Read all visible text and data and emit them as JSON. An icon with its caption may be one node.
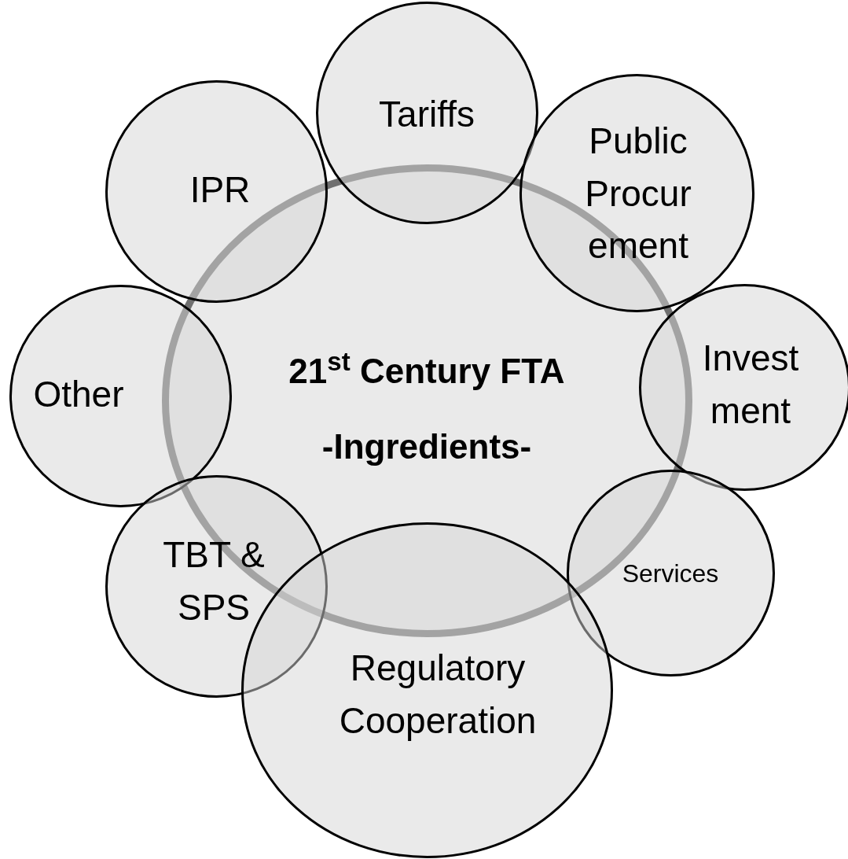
{
  "diagram": {
    "nodes": [
      {
        "text": [
          "21$^{st}$ Century FTA",
          "-Ingredients-"
        ]
      },
      {
        "text": [
          "Tariffs"
        ]
      },
      {
        "text": [
          "IPR"
        ]
      },
      {
        "text": [
          "Public Procur ement"
        ]
      },
      {
        "text": [
          "Invest ment"
        ]
      },
      {
        "text": [
          "Other"
        ]
      },
      {
        "text": [
          "Services"
        ]
      },
      {
        "text": [
          "TBT & SPS"
        ]
      },
      {
        "text": [
          "Regulatory Cooperation"
        ]
      }
    ]
  }
}
